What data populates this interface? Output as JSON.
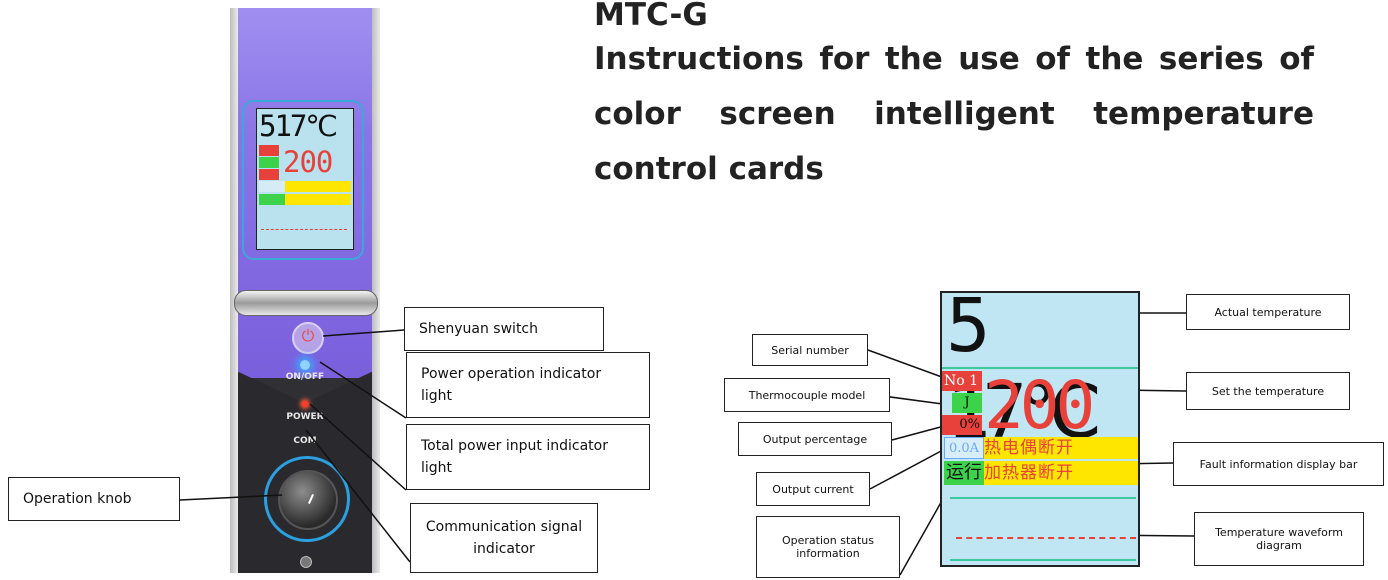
{
  "title": {
    "model": "MTC-G",
    "description": "Instructions for the use of the series of color screen intelligent temperature control cards"
  },
  "device": {
    "screen_actual_temp": "517℃",
    "screen_set_temp": "200",
    "label_onoff": "ON/OFF",
    "label_power": "POWER",
    "label_com": "COM"
  },
  "callouts_left": {
    "shenyuan_switch": "Shenyuan switch",
    "power_operation": "Power operation indicator light",
    "total_power": "Total power input indicator light",
    "communication": "Communication signal indicator",
    "operation_knob": "Operation knob"
  },
  "lcd": {
    "actual_temp_digits": "5 17",
    "actual_temp_unit": "℃",
    "set_temp": "200",
    "serial_number": "No 1",
    "thermocouple_model": "J",
    "output_percentage": "0%",
    "output_current": "0.0A",
    "fault_1": "热电偶断开",
    "fault_2": "加热器断开",
    "status": "运行",
    "colors": {
      "background": "#bfe6f2",
      "set_temp": "#e8413b",
      "serial_bg": "#e8413b",
      "model_bg": "#3cd24a",
      "fault_bg": "#ffe600",
      "status_bg": "#3cd24a"
    }
  },
  "callouts_right": {
    "actual_temperature": "Actual temperature",
    "serial_number": "Serial number",
    "set_temperature": "Set the temperature",
    "thermocouple_model": "Thermocouple model",
    "output_percentage": "Output percentage",
    "fault_info": "Fault information display bar",
    "output_current": "Output current",
    "operation_status": "Operation status information",
    "temperature_waveform": "Temperature waveform diagram"
  }
}
